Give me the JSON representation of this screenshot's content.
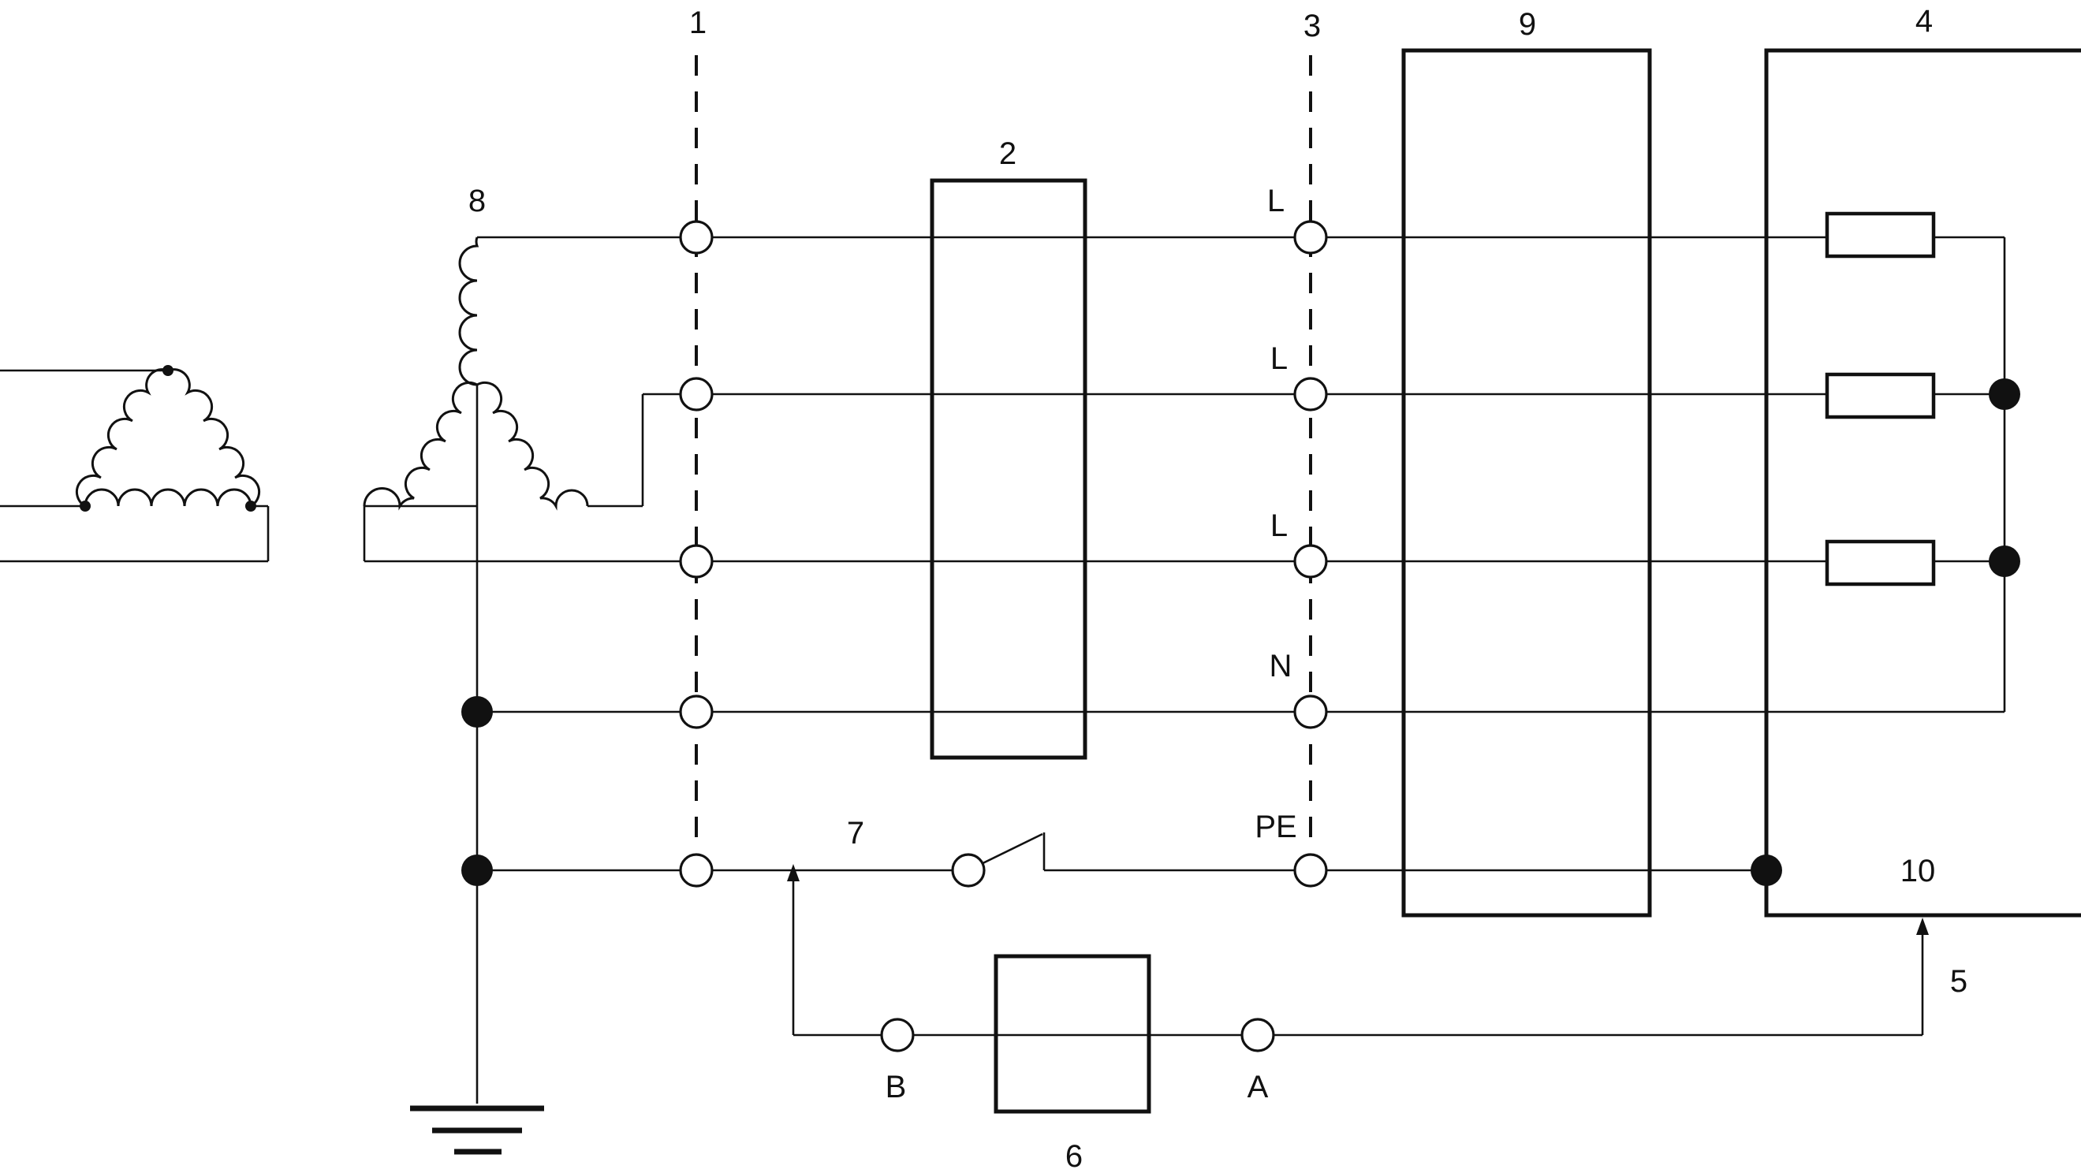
{
  "labels": {
    "n1": "1",
    "n2": "2",
    "n3": "3",
    "n4": "4",
    "n5": "5",
    "n6": "6",
    "n7": "7",
    "n8": "8",
    "n9": "9",
    "n10": "10",
    "L1": "L",
    "L2": "L",
    "L3": "L",
    "N": "N",
    "PE": "PE",
    "A": "A",
    "B": "B"
  }
}
